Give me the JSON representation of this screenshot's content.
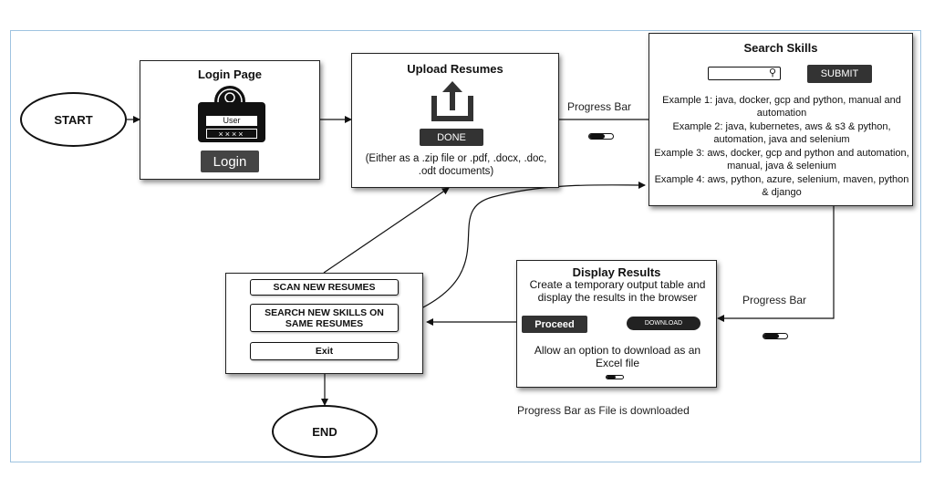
{
  "terminals": {
    "start": "START",
    "end": "END"
  },
  "login": {
    "title": "Login Page",
    "user_field": "User",
    "password_mask": "××××",
    "login_button": "Login"
  },
  "upload": {
    "title": "Upload Resumes",
    "done_button": "DONE",
    "note": "(Either as a .zip file or .pdf, .docx, .doc, .odt documents)"
  },
  "search": {
    "title": "Search Skills",
    "search_placeholder": "",
    "submit_button": "SUBMIT",
    "examples": [
      "Example 1: java, docker, gcp and python, manual and automation",
      "Example 2: java, kubernetes, aws & s3 & python, automation, java and selenium",
      "Example 3: aws, docker, gcp and python and automation, manual, java & selenium",
      "Example 4: aws, python, azure, selenium, maven, python & django"
    ]
  },
  "results": {
    "title": "Display Results",
    "description": "Create a temporary output table and display the results in the browser",
    "proceed_button": "Proceed",
    "download_button": "DOWNLOAD",
    "download_note": "Allow an option to download as an Excel file"
  },
  "menu": {
    "scan_new": "SCAN NEW RESUMES",
    "search_new": "SEARCH NEW SKILLS ON SAME RESUMES",
    "exit": "Exit"
  },
  "progress": {
    "label_top": "Progress Bar",
    "label_right": "Progress Bar",
    "label_download": "Progress Bar as File is downloaded",
    "top_fill": 0.65,
    "right_fill": 0.65,
    "download_fill": 0.55
  }
}
